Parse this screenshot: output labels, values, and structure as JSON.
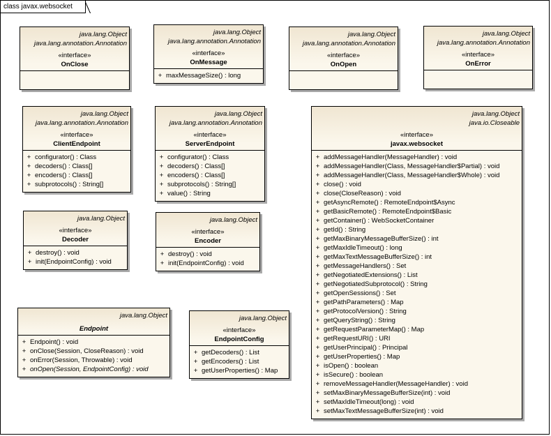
{
  "diagram": {
    "title": "class javax.websocket",
    "accent_colors": {
      "class_fill": "#fbf7ec",
      "header_fill": "#f0e6d2",
      "border": "#000000",
      "shadow": "#a9a9a9"
    },
    "classes": [
      {
        "id": "onclose",
        "parents": [
          "java.lang.Object",
          "java.lang.annotation.Annotation"
        ],
        "stereotype": "«interface»",
        "name": "OnClose",
        "ops": []
      },
      {
        "id": "onmessage",
        "parents": [
          "java.lang.Object",
          "java.lang.annotation.Annotation"
        ],
        "stereotype": "«interface»",
        "name": "OnMessage",
        "ops": [
          {
            "vis": "+",
            "sig": "maxMessageSize() : long"
          }
        ]
      },
      {
        "id": "onopen",
        "parents": [
          "java.lang.Object",
          "java.lang.annotation.Annotation"
        ],
        "stereotype": "«interface»",
        "name": "OnOpen",
        "ops": []
      },
      {
        "id": "onerror",
        "parents": [
          "java.lang.Object",
          "java.lang.annotation.Annotation"
        ],
        "stereotype": "«interface»",
        "name": "OnError",
        "ops": []
      },
      {
        "id": "clientendpoint",
        "parents": [
          "java.lang.Object",
          "java.lang.annotation.Annotation"
        ],
        "stereotype": "«interface»",
        "name": "ClientEndpoint",
        "ops": [
          {
            "vis": "+",
            "sig": "configurator() : Class"
          },
          {
            "vis": "+",
            "sig": "decoders() : Class[]"
          },
          {
            "vis": "+",
            "sig": "encoders() : Class[]"
          },
          {
            "vis": "+",
            "sig": "subprotocols() : String[]"
          }
        ]
      },
      {
        "id": "serverendpoint",
        "parents": [
          "java.lang.Object",
          "java.lang.annotation.Annotation"
        ],
        "stereotype": "«interface»",
        "name": "ServerEndpoint",
        "ops": [
          {
            "vis": "+",
            "sig": "configurator() : Class"
          },
          {
            "vis": "+",
            "sig": "decoders() : Class[]"
          },
          {
            "vis": "+",
            "sig": "encoders() : Class[]"
          },
          {
            "vis": "+",
            "sig": "subprotocols() : String[]"
          },
          {
            "vis": "+",
            "sig": "value() : String"
          }
        ]
      },
      {
        "id": "decoder",
        "parents": [
          "java.lang.Object"
        ],
        "stereotype": "«interface»",
        "name": "Decoder",
        "ops": [
          {
            "vis": "+",
            "sig": "destroy() : void"
          },
          {
            "vis": "+",
            "sig": "init(EndpointConfig) : void"
          }
        ]
      },
      {
        "id": "encoder",
        "parents": [
          "java.lang.Object"
        ],
        "stereotype": "«interface»",
        "name": "Encoder",
        "ops": [
          {
            "vis": "+",
            "sig": "destroy() : void"
          },
          {
            "vis": "+",
            "sig": "init(EndpointConfig) : void"
          }
        ]
      },
      {
        "id": "endpoint",
        "parents": [
          "java.lang.Object"
        ],
        "stereotype": "",
        "name": "Endpoint",
        "italic_name": true,
        "ops": [
          {
            "vis": "+",
            "sig": "Endpoint() : void"
          },
          {
            "vis": "+",
            "sig": "onClose(Session, CloseReason) : void"
          },
          {
            "vis": "+",
            "sig": "onError(Session, Throwable) : void"
          },
          {
            "vis": "+",
            "sig": "onOpen(Session, EndpointConfig) : void",
            "italic": true
          }
        ]
      },
      {
        "id": "endpointconfig",
        "parents": [
          "java.lang.Object"
        ],
        "stereotype": "«interface»",
        "name": "EndpointConfig",
        "ops": [
          {
            "vis": "+",
            "sig": "getDecoders() : List"
          },
          {
            "vis": "+",
            "sig": "getEncoders() : List"
          },
          {
            "vis": "+",
            "sig": "getUserProperties() : Map"
          }
        ]
      },
      {
        "id": "websocket",
        "parents": [
          "java.lang.Object",
          "java.io.Closeable"
        ],
        "stereotype": "«interface»",
        "name": "javax.websocket",
        "ops": [
          {
            "vis": "+",
            "sig": "addMessageHandler(MessageHandler) : void"
          },
          {
            "vis": "+",
            "sig": "addMessageHandler(Class, MessageHandler$Partial) : void"
          },
          {
            "vis": "+",
            "sig": "addMessageHandler(Class, MessageHandler$Whole) : void"
          },
          {
            "vis": "+",
            "sig": "close() : void"
          },
          {
            "vis": "+",
            "sig": "close(CloseReason) : void"
          },
          {
            "vis": "+",
            "sig": "getAsyncRemote() : RemoteEndpoint$Async"
          },
          {
            "vis": "+",
            "sig": "getBasicRemote() : RemoteEndpoint$Basic"
          },
          {
            "vis": "+",
            "sig": "getContainer() : WebSocketContainer"
          },
          {
            "vis": "+",
            "sig": "getId() : String"
          },
          {
            "vis": "+",
            "sig": "getMaxBinaryMessageBufferSize() : int"
          },
          {
            "vis": "+",
            "sig": "getMaxIdleTimeout() : long"
          },
          {
            "vis": "+",
            "sig": "getMaxTextMessageBufferSize() : int"
          },
          {
            "vis": "+",
            "sig": "getMessageHandlers() : Set"
          },
          {
            "vis": "+",
            "sig": "getNegotiatedExtensions() : List"
          },
          {
            "vis": "+",
            "sig": "getNegotiatedSubprotocol() : String"
          },
          {
            "vis": "+",
            "sig": "getOpenSessions() : Set"
          },
          {
            "vis": "+",
            "sig": "getPathParameters() : Map"
          },
          {
            "vis": "+",
            "sig": "getProtocolVersion() : String"
          },
          {
            "vis": "+",
            "sig": "getQueryString() : String"
          },
          {
            "vis": "+",
            "sig": "getRequestParameterMap() : Map"
          },
          {
            "vis": "+",
            "sig": "getRequestURI() : URI"
          },
          {
            "vis": "+",
            "sig": "getUserPrincipal() : Principal"
          },
          {
            "vis": "+",
            "sig": "getUserProperties() : Map"
          },
          {
            "vis": "+",
            "sig": "isOpen() : boolean"
          },
          {
            "vis": "+",
            "sig": "isSecure() : boolean"
          },
          {
            "vis": "+",
            "sig": "removeMessageHandler(MessageHandler) : void"
          },
          {
            "vis": "+",
            "sig": "setMaxBinaryMessageBufferSize(int) : void"
          },
          {
            "vis": "+",
            "sig": "setMaxIdleTimeout(long) : void"
          },
          {
            "vis": "+",
            "sig": "setMaxTextMessageBufferSize(int) : void"
          }
        ]
      }
    ]
  }
}
